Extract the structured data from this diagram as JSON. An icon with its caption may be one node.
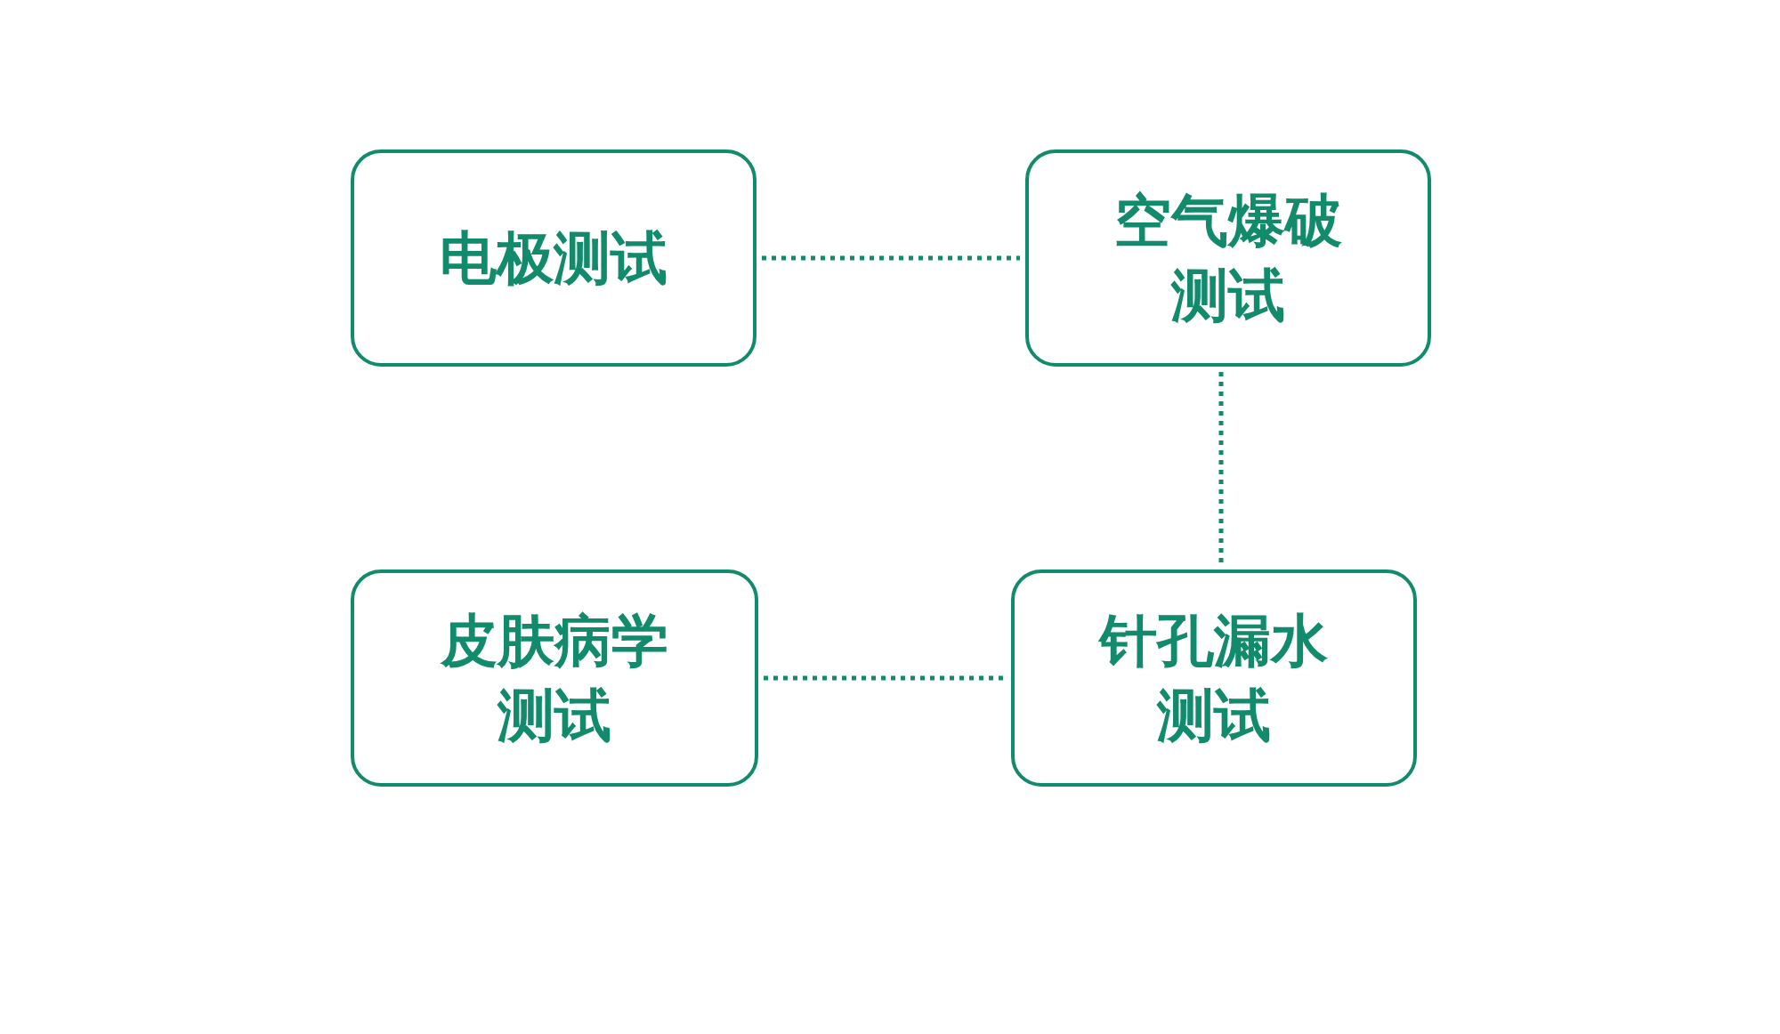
{
  "diagram": {
    "nodes": [
      {
        "text": [
          "电极测试"
        ]
      },
      {
        "text": [
          "空气爆破测试"
        ]
      },
      {
        "text": [
          "皮肤病学测试"
        ]
      },
      {
        "text": [
          "针孔漏水测试"
        ]
      }
    ],
    "edges": [
      {
        "from": 0,
        "to": 1,
        "arrow": "none",
        "style": "dashed"
      },
      {
        "from": 1,
        "to": 3,
        "arrow": "none",
        "style": "dashed"
      },
      {
        "from": 2,
        "to": 3,
        "arrow": "none",
        "style": "dashed"
      }
    ]
  }
}
